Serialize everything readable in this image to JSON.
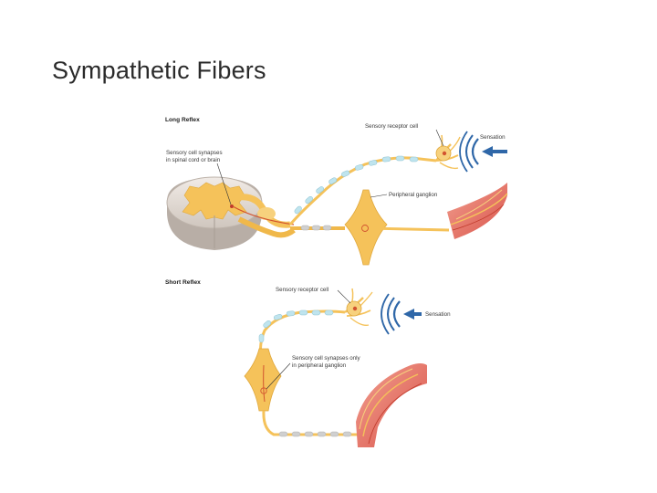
{
  "slide": {
    "title": "Sympathetic Fibers"
  },
  "figure": {
    "long_reflex": {
      "heading": "Long Reflex",
      "synapse_label_line1": "Sensory cell synapses",
      "synapse_label_line2": "in spinal cord or brain",
      "receptor_label": "Sensory receptor cell",
      "sensation_label": "Sensation",
      "ganglion_label": "Peripheral ganglion"
    },
    "short_reflex": {
      "heading": "Short Reflex",
      "receptor_label": "Sensory receptor cell",
      "sensation_label": "Sensation",
      "synapse_label_line1": "Sensory cell synapses only",
      "synapse_label_line2": "in peripheral ganglion"
    },
    "colors": {
      "neuron": "#f5c25a",
      "neuron_light": "#fbe3a6",
      "myelin": "#bfe4ee",
      "gut_wall": "#e87060",
      "arrow": "#2f67a8"
    }
  }
}
